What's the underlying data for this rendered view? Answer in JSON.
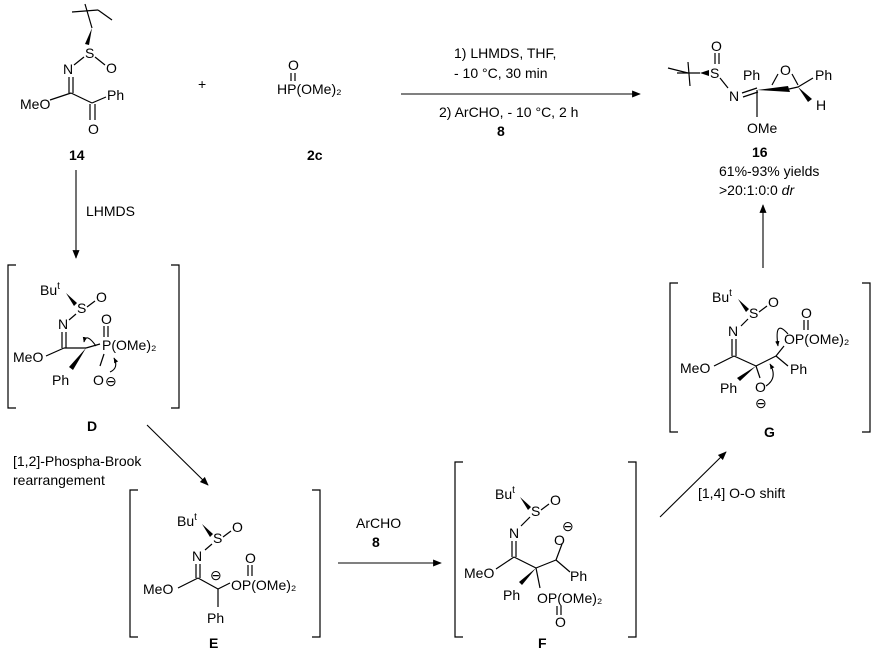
{
  "reaction": {
    "reagent_14": {
      "id": "14",
      "atoms": {
        "s": "S",
        "o_s": "O",
        "n": "N",
        "meo": "MeO",
        "ph": "Ph",
        "o": "O"
      }
    },
    "plus": "+",
    "reagent_2c": {
      "id": "2c",
      "o": "O",
      "formula": "HP(OMe)₂"
    },
    "conditions": {
      "line1": "1) LHMDS, THF,",
      "line2": "- 10 °C,  30 min",
      "line3": "2) ArCHO, - 10 °C,  2 h",
      "line4": "8"
    },
    "product_16": {
      "id": "16",
      "atoms": {
        "s": "S",
        "o": "O",
        "n": "N",
        "ph1": "Ph",
        "o_ring": "O",
        "ph2": "Ph",
        "h": "H",
        "ome": "OMe"
      },
      "yields": "61%-93% yields",
      "dr_value": ">20:1:0:0 ",
      "dr_label": "dr"
    }
  },
  "mechanism": {
    "step_lhmds": "LHMDS",
    "step_brook_1": "[1,2]-Phospha-Brook",
    "step_brook_2": "rearrangement",
    "step_archo": "ArCHO",
    "step_archo_num": "8",
    "step_shift": "[1,4] O-O shift",
    "D": {
      "id": "D",
      "but": "Bu",
      "t": "t",
      "s": "S",
      "o_s": "O",
      "n": "N",
      "meo": "MeO",
      "ph": "Ph",
      "o_p": "O",
      "p": "P(OMe)₂",
      "o_minus": "O",
      "minus": "⊖"
    },
    "E": {
      "id": "E",
      "but": "Bu",
      "t": "t",
      "s": "S",
      "o_s": "O",
      "n": "N",
      "meo": "MeO",
      "minus": "⊖",
      "o_p": "O",
      "op": "OP(OMe)₂",
      "ph": "Ph"
    },
    "F": {
      "id": "F",
      "but": "Bu",
      "t": "t",
      "s": "S",
      "o_s": "O",
      "n": "N",
      "o_minus": "O",
      "minus": "⊖",
      "meo": "MeO",
      "ph1": "Ph",
      "ph2": "Ph",
      "op": "OP(OMe)₂",
      "o_p": "O"
    },
    "G": {
      "id": "G",
      "but": "Bu",
      "t": "t",
      "s": "S",
      "o_s": "O",
      "n": "N",
      "o_p": "O",
      "op": "OP(OMe)₂",
      "meo": "MeO",
      "ph1": "Ph",
      "ph2": "Ph",
      "o_minus": "O",
      "minus": "⊖"
    }
  }
}
